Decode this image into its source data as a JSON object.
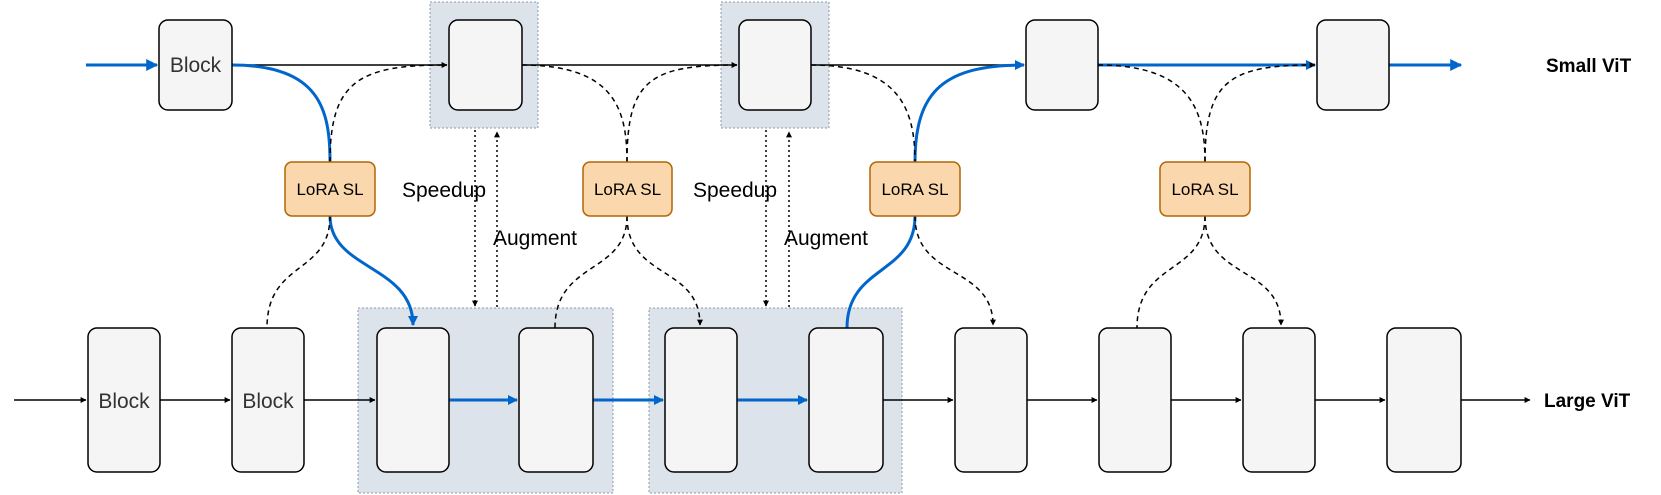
{
  "labels": {
    "small_vit": "Small ViT",
    "large_vit": "Large ViT",
    "block": "Block",
    "lora_sl": "LoRA SL",
    "speedup": "Speedup",
    "augment": "Augment"
  },
  "colors": {
    "blue_path": "#0066cc",
    "block_fill": "#f5f5f5",
    "group_fill": "#dce3ea",
    "lora_fill": "#fad7ac",
    "lora_stroke": "#b46504"
  }
}
